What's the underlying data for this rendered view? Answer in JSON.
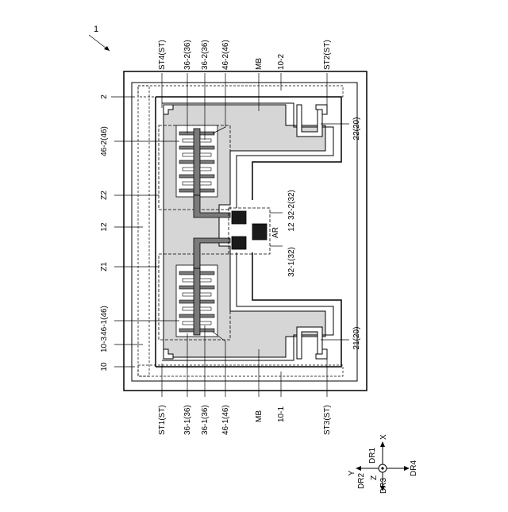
{
  "figure": {
    "ref_number": "1",
    "labels": {
      "l_2": "2",
      "l_46_2_46_left": "46-2(46)",
      "l_z2": "Z2",
      "l_12_left": "12",
      "l_z1": "Z1",
      "l_46_1_46_left": "46-1(46)",
      "l_10_3": "10-3",
      "l_10": "10",
      "l_st4": "ST4(ST)",
      "l_36_2a": "36-2(36)",
      "l_36_2b": "36-2(36)",
      "l_46_2_top": "46-2(46)",
      "l_mb_top": "MB",
      "l_10_2": "10-2",
      "l_st2": "ST2(ST)",
      "l_22": "22(20)",
      "l_32_2": "32-2(32)",
      "l_ar": "AR",
      "l_12_mid": "12",
      "l_32_1": "32-1(32)",
      "l_21": "21(20)",
      "l_st1": "ST1(ST)",
      "l_36_1a": "36-1(36)",
      "l_36_1b": "36-1(36)",
      "l_46_1_bot": "46-1(46)",
      "l_mb_bot": "MB",
      "l_10_1": "10-1",
      "l_st3": "ST3(ST)"
    },
    "axes": {
      "x": "X",
      "y": "Y",
      "z": "Z",
      "dr1": "DR1",
      "dr2": "DR2",
      "dr3": "DR3",
      "dr4": "DR4"
    }
  }
}
